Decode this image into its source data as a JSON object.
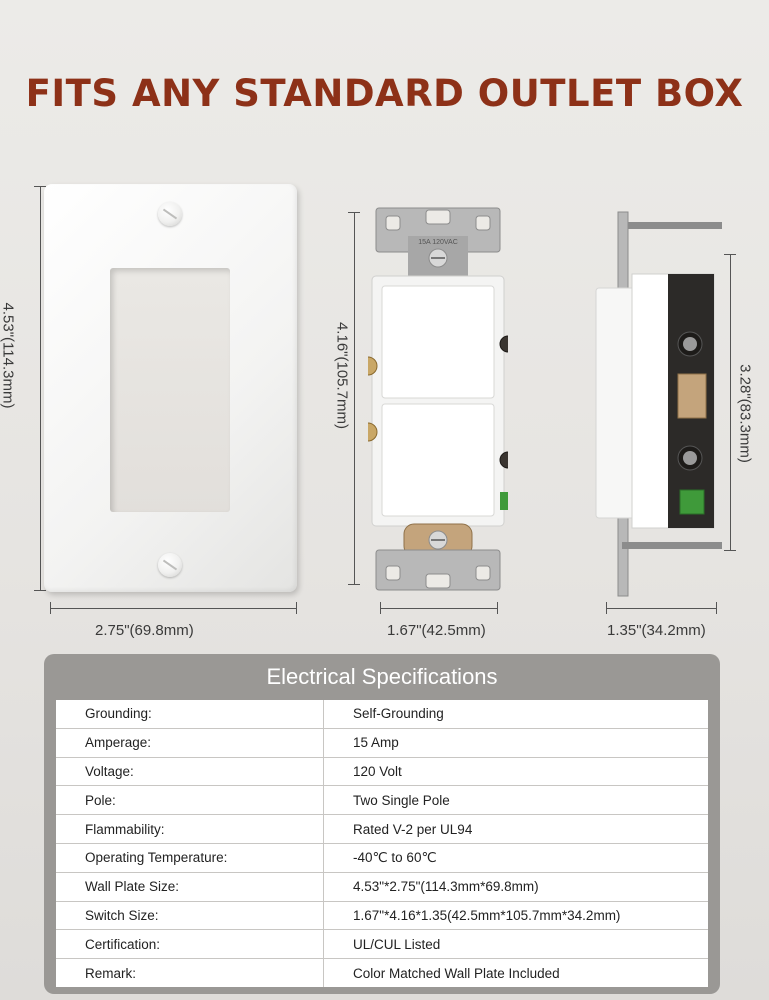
{
  "headline": "FITS ANY STANDARD OUTLET BOX",
  "dimensions": {
    "plate_height": "4.53\"(114.3mm)",
    "plate_width": "2.75\"(69.8mm)",
    "switch_height": "4.16\"(105.7mm)",
    "switch_width": "1.67\"(42.5mm)",
    "side_height": "3.28\"(83.3mm)",
    "side_depth": "1.35\"(34.2mm)"
  },
  "specs": {
    "title": "Electrical Specifications",
    "rows": [
      {
        "label": "Grounding:",
        "value": "Self-Grounding"
      },
      {
        "label": "Amperage:",
        "value": "15 Amp"
      },
      {
        "label": "Voltage:",
        "value": "120 Volt"
      },
      {
        "label": "Pole:",
        "value": "Two Single Pole"
      },
      {
        "label": "Flammability:",
        "value": "Rated V-2 per UL94"
      },
      {
        "label": "Operating Temperature:",
        "value": "-40℃ to 60℃"
      },
      {
        "label": "Wall Plate Size:",
        "value": "4.53\"*2.75\"(114.3mm*69.8mm)"
      },
      {
        "label": "Switch Size:",
        "value": "1.67\"*4.16*1.35(42.5mm*105.7mm*34.2mm)"
      },
      {
        "label": "Certification:",
        "value": "UL/CUL Listed"
      },
      {
        "label": "Remark:",
        "value": "Color Matched Wall Plate Included"
      }
    ]
  },
  "colors": {
    "headline": "#8d3118",
    "panel": "#9a9895"
  },
  "switch_label": "15A 120VAC"
}
